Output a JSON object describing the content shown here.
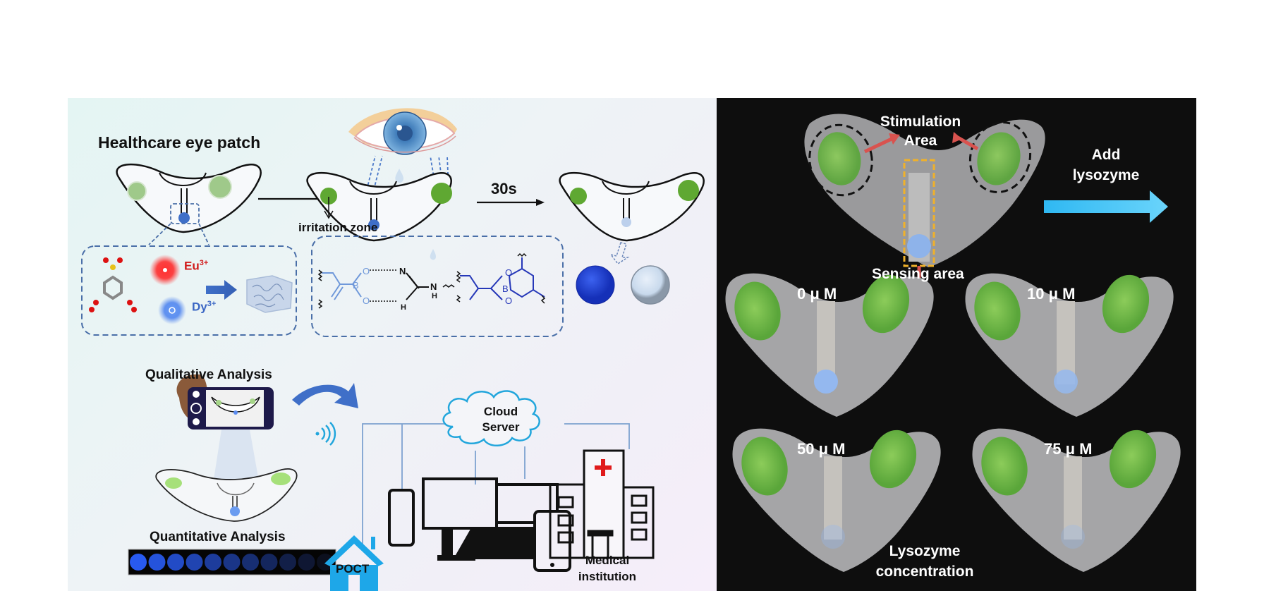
{
  "left_panel": {
    "title": "Healthcare eye patch",
    "irritation_label": "irritation zone",
    "time_label": "30s",
    "ions": [
      {
        "symbol": "Eu",
        "charge": "3+",
        "color": "#d11a1a"
      },
      {
        "symbol": "Dy",
        "charge": "3+",
        "color": "#3a66c4"
      }
    ],
    "chemistry": {
      "atoms": [
        "B",
        "O",
        "O",
        "N",
        "N",
        "H",
        "H",
        "B",
        "O",
        "O"
      ]
    },
    "result_dots": [
      {
        "state": "before",
        "color": "#1f3fd1"
      },
      {
        "state": "after",
        "color": "#cfe0f2"
      }
    ],
    "qualitative_label": "Qualitative Analysis",
    "quantitative_label": "Quantitative Analysis",
    "quantitative_steps": 11,
    "network": {
      "cloud_label_1": "Cloud",
      "cloud_label_2": "Server",
      "poct_label": "POCT",
      "medical_label_1": "Medical",
      "medical_label_2": "institution"
    },
    "colors": {
      "accent_blue": "#3f6fc8",
      "cloud_blue": "#22a6dc",
      "cross_red": "#e01b1b",
      "patch_green": "#5fa832"
    }
  },
  "right_panel": {
    "stimulation_label_1": "Stimulation",
    "stimulation_label_2": "Area",
    "sensing_label": "Sensing area",
    "add_label_1": "Add",
    "add_label_2": "lysozyme",
    "samples": [
      {
        "concentration": "0 μ M"
      },
      {
        "concentration": "10 μ M"
      },
      {
        "concentration": "50 μ M"
      },
      {
        "concentration": "75 μ M"
      }
    ],
    "footer_label_1": "Lysozyme",
    "footer_label_2": "concentration"
  }
}
